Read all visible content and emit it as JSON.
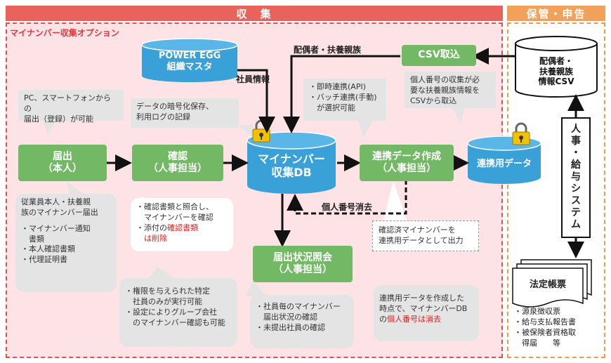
{
  "headers": {
    "collect": "収　集",
    "storage": "保管・申告"
  },
  "option_label": "マイナンバー収集オプション",
  "databases": {
    "power_egg": [
      "POWER EGG",
      "組織マスタ"
    ],
    "mynumber_db": [
      "マイナンバー",
      "収集DB"
    ],
    "link_data": "連携用データ",
    "spouse_csv": [
      "配偶者・",
      "扶養親族",
      "情報CSV"
    ]
  },
  "process_boxes": {
    "submit": [
      "届出",
      "（本人）"
    ],
    "confirm": [
      "確認",
      "（人事担当）"
    ],
    "create_link": [
      "連携データ作成",
      "（人事担当）"
    ],
    "status_query": [
      "届出状況照会",
      "（人事担当）"
    ],
    "csv_import": "CSV取込"
  },
  "flow_labels": {
    "employee_info": "社員情報",
    "spouse_dependents": "配偶者・扶養親族",
    "delete_number": "個人番号消去"
  },
  "notes": {
    "pc_phone": [
      "PC、スマートフォンからの",
      "届出（登録）が可能"
    ],
    "encryption": [
      "データの暗号化保存、",
      "利用ログの記録"
    ],
    "api": [
      "・即時連携(API)",
      "・バッチ連携(手動)",
      "　が選択可能"
    ],
    "csv_info": [
      "個人番号の収集が必",
      "要な扶養親族情報を",
      "CSVから取込"
    ],
    "employee_notify": [
      "従業員本人・扶養親",
      "族のマイナンバー届出",
      "",
      "・マイナンバー通知",
      "　書類",
      "・本人確認書類",
      "・代理証明書"
    ],
    "check_docs": {
      "line1": "・確認書類と照合し、",
      "line2": "　マイナンバーを確認",
      "line3_prefix": "・添付の",
      "line3_red": "確認書類",
      "line4_red": "　は削除"
    },
    "permission": [
      "・権限を与えられた特定",
      "　社員のみが実行可能",
      "・設定によりグループ会社",
      "　のマイナンバー確認も可能"
    ],
    "status_detail": [
      "・社員毎のマイナンバー",
      "　届出状況の確認",
      "・未提出社員の確認"
    ],
    "output_link": [
      "確認済マイナンバーを",
      "連携用データとして出力"
    ],
    "deletion_timing": {
      "line1": "連携用データを作成した",
      "line2": "時点で、マイナンバーDB",
      "line3_prefix": "の",
      "line3_red": "個人番号は消去"
    }
  },
  "system": {
    "vertical_label": [
      "人",
      "事",
      "・",
      "給",
      "与",
      "シ",
      "ス",
      "テ",
      "ム"
    ]
  },
  "forms": {
    "title": "法定帳票",
    "items": [
      "・源泉徴収票",
      "・給与支払報告書",
      "・被保険者資格取",
      "　得届　　等"
    ]
  },
  "colors": {
    "green": "#72b865",
    "blue": "#3aa0d8",
    "red": "#e02020",
    "region": "#fde3e6"
  }
}
